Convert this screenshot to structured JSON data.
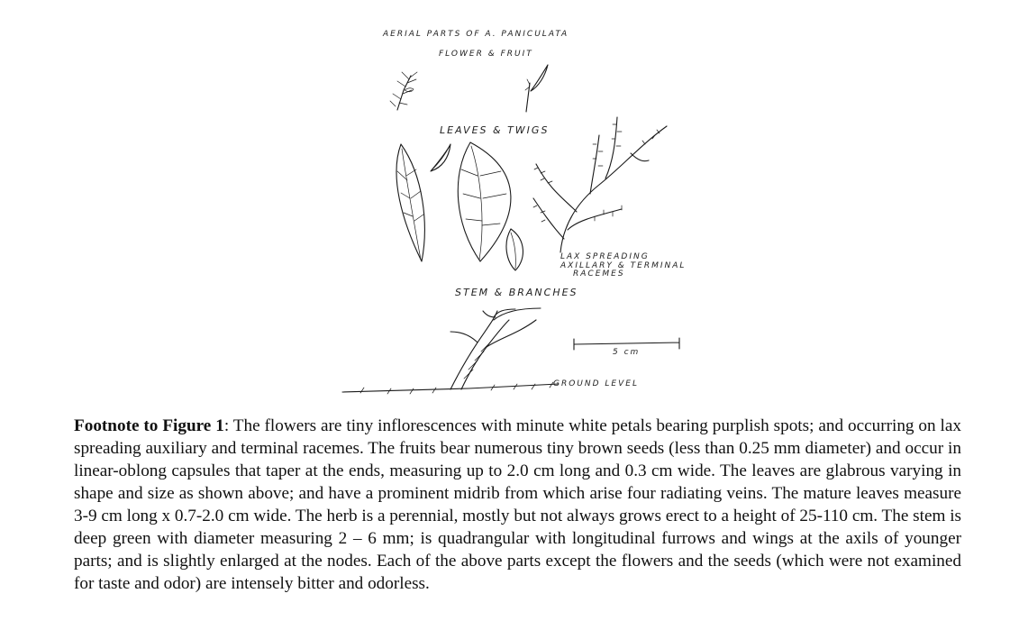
{
  "figure": {
    "label_aerial": "AERIAL PARTS OF A. PANICULATA",
    "label_flower_fruit": "FLOWER & FRUIT",
    "label_leaves_twigs": "LEAVES & TWIGS",
    "label_racemes": [
      "LAX SPREADING",
      "AXILLARY & TERMINAL",
      "RACEMES"
    ],
    "label_stem": "STEM & BRANCHES",
    "label_scale": "5 cm",
    "label_ground": "GROUND LEVEL"
  },
  "caption": {
    "heading": "Footnote to Figure 1",
    "text": ": The flowers are tiny inflorescences with minute white petals bearing purplish spots; and occurring on lax spreading auxiliary and terminal racemes. The fruits bear numerous tiny brown seeds (less than 0.25 mm diameter) and occur in linear-oblong capsules that taper at the ends, measuring up to 2.0 cm long and 0.3 cm wide. The leaves are glabrous varying in shape and size as shown above; and have a prominent midrib from which arise four radiating veins. The mature leaves measure 3-9 cm long x 0.7-2.0 cm wide. The herb is a perennial, mostly but not always grows erect to a height of 25-110 cm. The stem is deep green with diameter measuring 2 – 6 mm; is quadrangular with longitudinal furrows and wings at the axils of younger parts; and is slightly enlarged at the nodes. Each of the above parts except the flowers and the seeds (which were not examined for taste and odor) are intensely bitter and odorless."
  }
}
